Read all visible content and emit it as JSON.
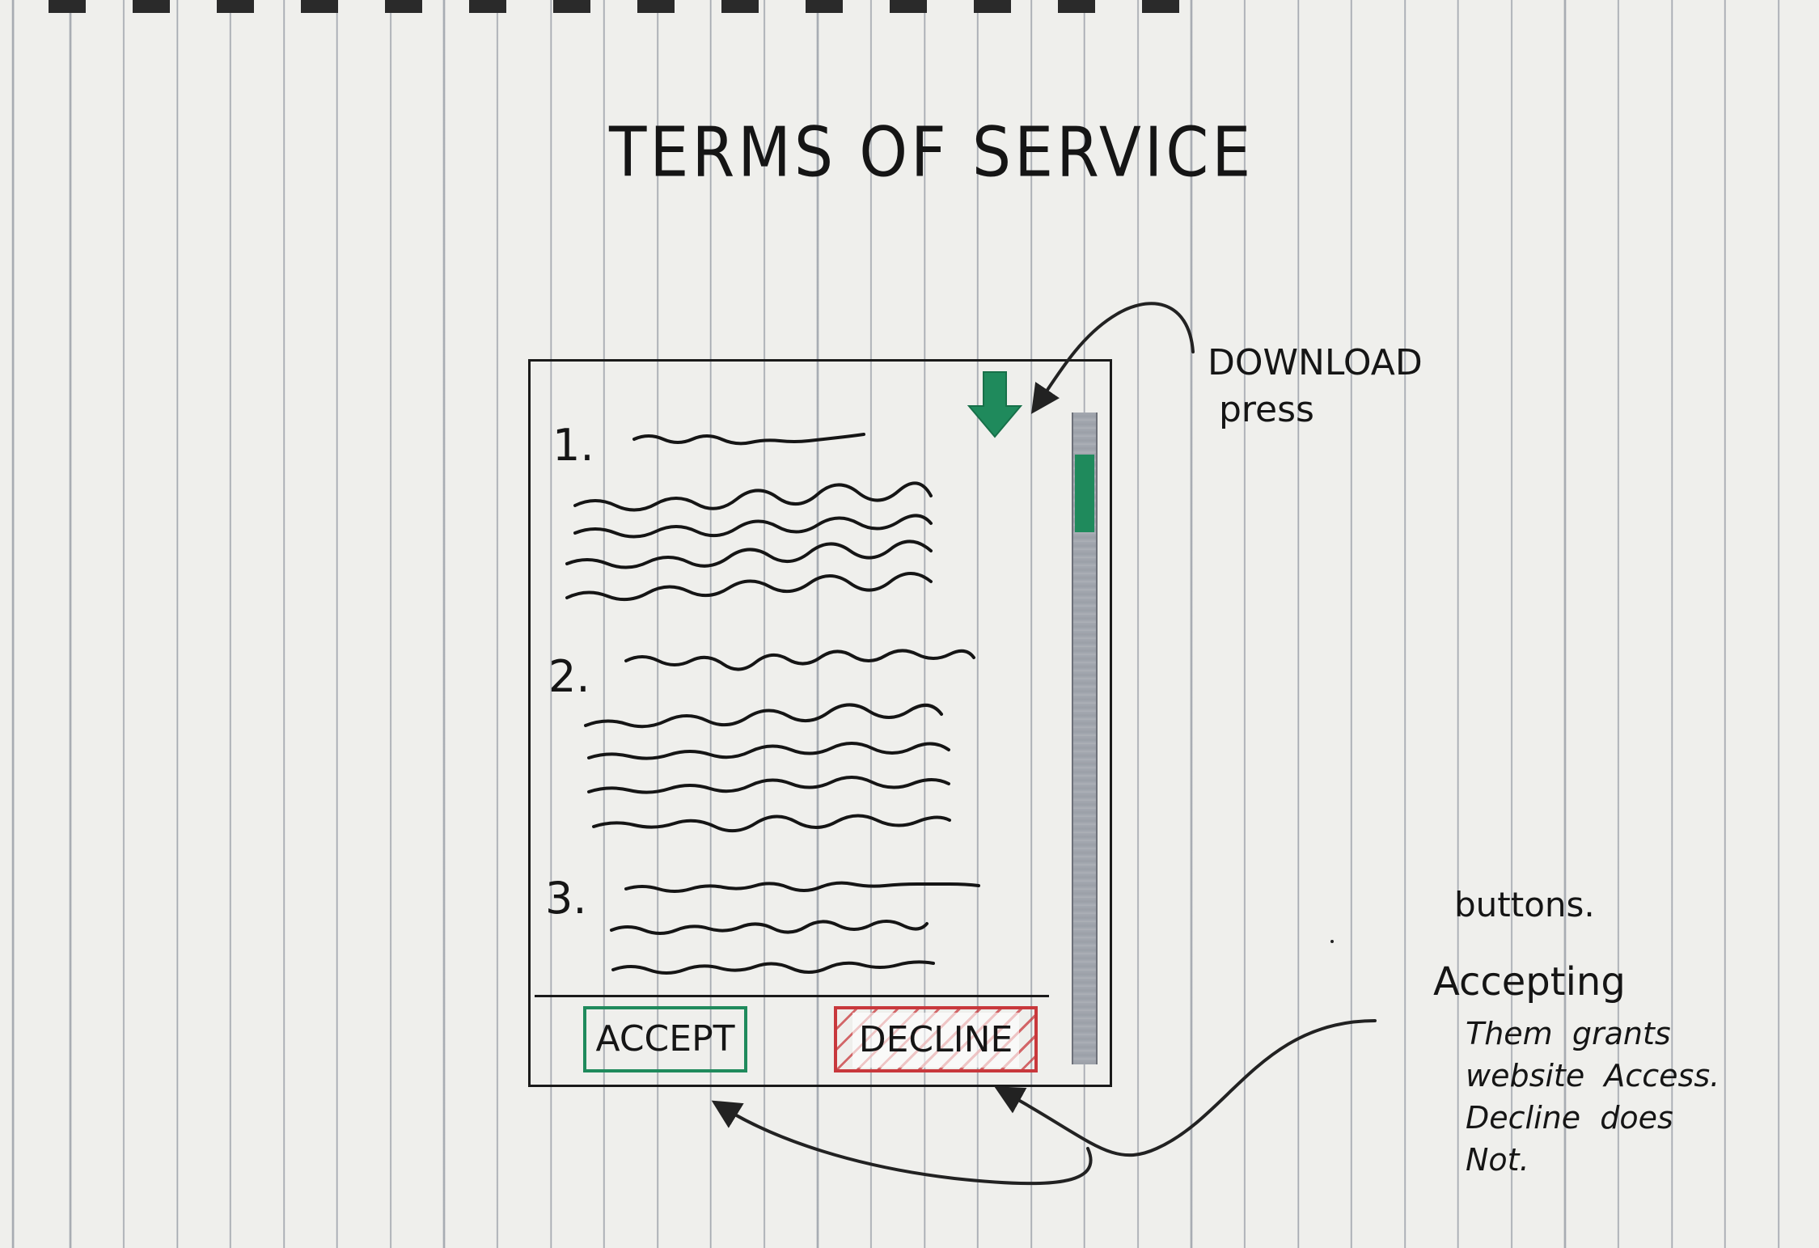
{
  "page": {
    "title": "TERMS OF SERVICE"
  },
  "terms_window": {
    "sections": [
      {
        "number": "1."
      },
      {
        "number": "2."
      },
      {
        "number": "3."
      }
    ],
    "download_icon": "download-arrow-icon",
    "accept_label": "ACCEPT",
    "decline_label": "DECLINE"
  },
  "annotations": {
    "download": "DOWNLOAD\n press",
    "buttons": "buttons.",
    "accepting": "Accepting",
    "explanation": "Them  grants\nwebsite  Access.\nDecline  does\nNot."
  },
  "colors": {
    "accent_green": "#1f8a5c",
    "decline_red": "#c8383c",
    "scrollbar_grey": "#a4a8b0",
    "ink": "#151515"
  }
}
